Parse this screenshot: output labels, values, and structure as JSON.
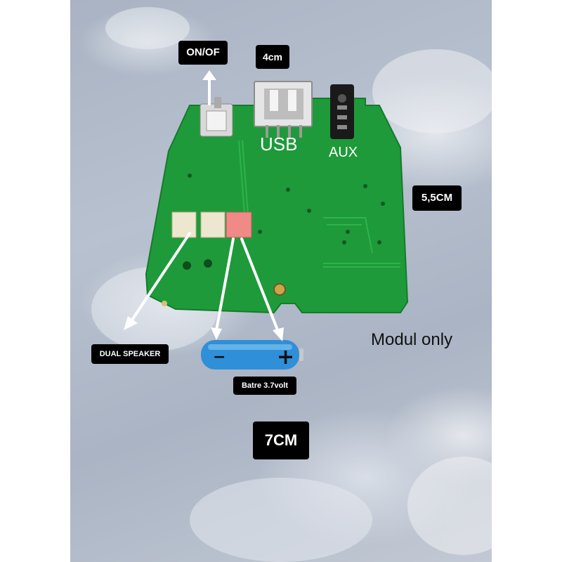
{
  "labels": {
    "on_off": "ON/OF",
    "usb_width": "4cm",
    "usb": "USB",
    "aux": "AUX",
    "height_dim": "5,5CM",
    "width_dim": "7CM",
    "dual_speaker": "DUAL SPEAKER",
    "battery": "Batre 3.7volt",
    "modul_only": "Modul only",
    "battery_minus": "−",
    "battery_plus": "+"
  },
  "colors": {
    "pcb": "#1f9a3a",
    "pcb_dark": "#157a2c",
    "fabric": "#b1bbca",
    "label_bg": "#000000",
    "battery": "#2f8fd8",
    "connector_cream": "#eee7cf",
    "connector_red": "#ef8a86"
  }
}
